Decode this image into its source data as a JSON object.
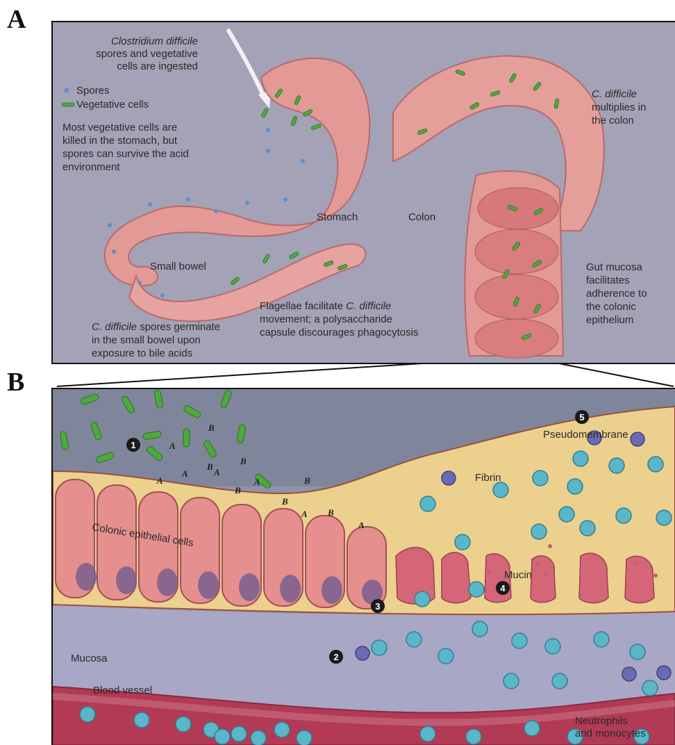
{
  "panels": {
    "a_letter": "A",
    "b_letter": "B"
  },
  "panel_a": {
    "ingest_line1": "Clostridium difficile",
    "ingest_line2": "spores and vegetative",
    "ingest_line3": "cells are ingested",
    "legend_spores": "Spores",
    "legend_vegetative": "Vegetative cells",
    "killed_line1": "Most vegetative cells are",
    "killed_line2": "killed in the stomach, but",
    "killed_line3": "spores can survive the acid",
    "killed_line4": "environment",
    "stomach": "Stomach",
    "colon": "Colon",
    "small_bowel": "Small bowel",
    "multiplies_line1": "C. difficile",
    "multiplies_line2": "multiplies in",
    "multiplies_line3": "the colon",
    "germ_line1_i": "C. difficile",
    "germ_line1_r": " spores germinate",
    "germ_line2": "in the small bowel upon",
    "germ_line3": "exposure to bile acids",
    "flag_line1_r": "Flagellae facilitate ",
    "flag_line1_i": "C. difficile",
    "flag_line2": "movement; a polysaccharide",
    "flag_line3": "capsule discourages phagocytosis",
    "mucosa_line1": "Gut mucosa",
    "mucosa_line2": "facilitates",
    "mucosa_line3": "adherence to",
    "mucosa_line4": "the colonic",
    "mucosa_line5": "epithelium"
  },
  "panel_b": {
    "pseudomembrane": "Pseudomembrane",
    "fibrin": "Fibrin",
    "epithelial": "Colonic epithelial cells",
    "mucin": "Mucin",
    "mucosa": "Mucosa",
    "blood_vessel": "Blood vessel",
    "neutrophils_line1": "Neutrophils",
    "neutrophils_line2": "and monocytes",
    "markers": [
      "1",
      "2",
      "3",
      "4",
      "5"
    ],
    "toxins": [
      "A",
      "A",
      "A",
      "B",
      "B",
      "A",
      "B",
      "B",
      "B",
      "A",
      "B",
      "A",
      "B",
      "A"
    ]
  },
  "colors": {
    "panel_a_bg": "#a3a2b6",
    "gut_pink": "#e39a96",
    "spore_blue": "#5b8fc9",
    "bacteria_green": "#4caa3c",
    "fibrin_yellow": "#ecd08e",
    "epithelium_pink": "#e58f8f",
    "vessel_red": "#b23a54",
    "immune_cyan": "#5ab6c8"
  }
}
